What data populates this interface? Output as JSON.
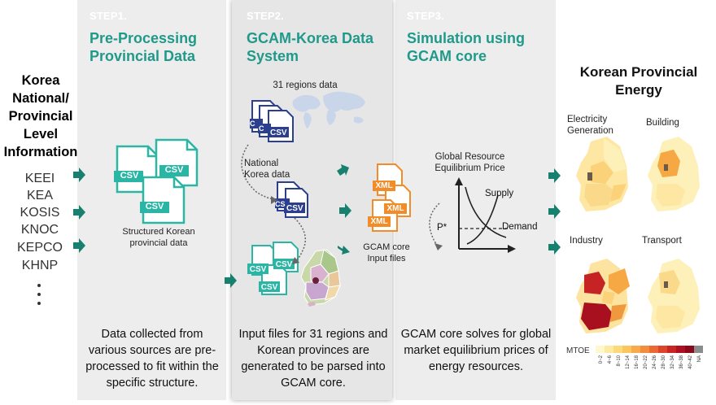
{
  "sources": {
    "title": "Korea National/ Provincial Level Information",
    "items": [
      "KEEI",
      "KEA",
      "KOSIS",
      "KNOC",
      "KEPCO",
      "KHNP"
    ]
  },
  "step1": {
    "label": "STEP1.",
    "title": "Pre-Processing Provincial Data",
    "file_label": "CSV",
    "caption": "Structured Korean provincial data",
    "description": "Data collected from various sources are pre-processed to fit within the specific structure."
  },
  "step2": {
    "label": "STEP2.",
    "title": "GCAM-Korea Data System",
    "regions_label": "31 regions data",
    "national_label": "National Korea data",
    "file_label": "CSV",
    "file_label_partial": "C",
    "file_label_partial2": "CS",
    "description": "Input files for 31 regions and Korean provinces are generated to be parsed into GCAM core."
  },
  "step3": {
    "label": "STEP3.",
    "title": "Simulation using GCAM core",
    "xml_label": "XML",
    "input_caption": "GCAM core Input files",
    "price_caption": "Global Resource Equilibrium Price",
    "supply_label": "Supply",
    "demand_label": "Demand",
    "price_marker": "P*",
    "description": "GCAM core solves for global market equilibrium prices of energy resources."
  },
  "output": {
    "title": "Korean Provincial Energy",
    "maps": [
      "Electricity Generation",
      "Building",
      "Industry",
      "Transport"
    ],
    "legend_unit": "MTOE",
    "legend_ticks": [
      "0~2",
      "4~6",
      "8~10",
      "12~14",
      "16~18",
      "20~22",
      "24~26",
      "28~30",
      "32~34",
      "36~38",
      "40~42",
      "NA"
    ],
    "legend_colors": [
      "#fff8cc",
      "#fdeaa0",
      "#fcd97a",
      "#fbc65e",
      "#f9aa4a",
      "#f38c3c",
      "#eb6a32",
      "#dd452a",
      "#c92623",
      "#ad1020",
      "#8a0a1c",
      "#8c8c8c"
    ]
  },
  "colors": {
    "teal": "#1f9a8a",
    "arrow": "#17806f",
    "orange": "#f28c28",
    "navy": "#2b3f8e"
  }
}
